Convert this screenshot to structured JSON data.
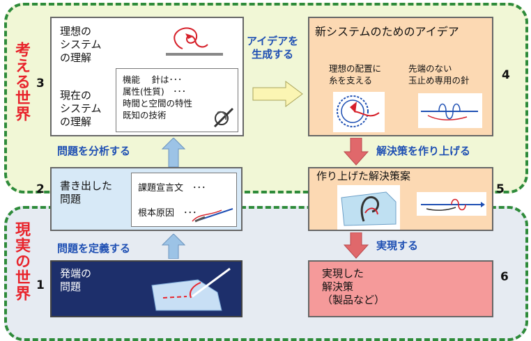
{
  "regions": {
    "think_label": "考える世界",
    "real_label": "現実の世界"
  },
  "numbers": [
    "1",
    "2",
    "3",
    "4",
    "5",
    "6"
  ],
  "box3": {
    "ideal": "理想の\nシステム\nの理解",
    "current": "現在の\nシステム\nの理解",
    "details": "機能　 針は･･･\n属性(性質)　･･･\n時間と空間の特性\n既知の技術"
  },
  "box2": {
    "title": "書き出した\n問題",
    "item1": "課題宣言文　･･･",
    "item2": "根本原因　･･･"
  },
  "box1": {
    "title": "発端の\n問題"
  },
  "box4": {
    "title": "新システムのためのアイデア",
    "idea1": "理想の配置に\n糸を支える",
    "idea2": "先端のない\n玉止め専用の針"
  },
  "box5": {
    "title": "作り上げた解決策案"
  },
  "box6": {
    "title": "実現した\n解決策\n（製品など）"
  },
  "arrows": {
    "define": "問題を定義する",
    "analyze": "問題を分析する",
    "generate": "アイデアを\n生成する",
    "build": "解決策を作り上げる",
    "realize": "実現する"
  },
  "colors": {
    "dashed_border": "#2e8b3a",
    "think_bg": "#f1f7d6",
    "real_bg": "#e6ebf2",
    "label_red": "#e8242c",
    "text_blue": "#1e4fb3",
    "box_blue_bg": "#d7e9f7",
    "box_navy_bg": "#1d2f6b",
    "box_peach_bg": "#fcd9b3",
    "box_pink_bg": "#f59a9a",
    "arrow_blue": "#9cc3e6",
    "arrow_yellow": "#fbf5b3",
    "arrow_red": "#e0686b"
  }
}
